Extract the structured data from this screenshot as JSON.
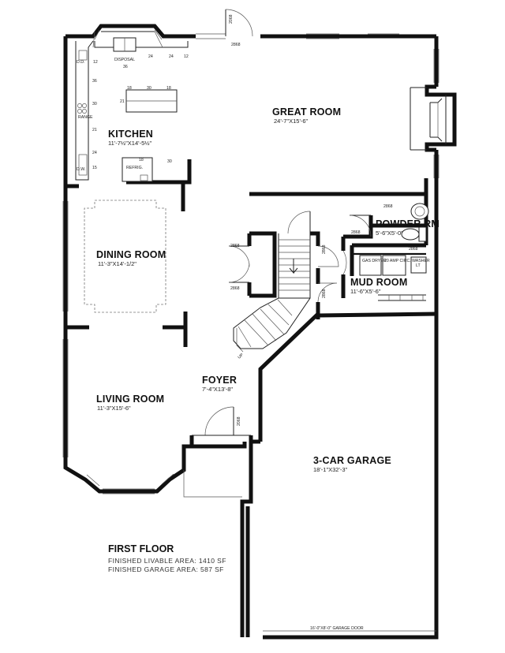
{
  "rooms": {
    "great_room": {
      "name": "GREAT ROOM",
      "dims": "24'-7\"X15'-6\""
    },
    "kitchen": {
      "name": "KITCHEN",
      "dims": "11'-7½\"X14'-5½\""
    },
    "dining_room": {
      "name": "DINING ROOM",
      "dims": "11'-3\"X14'-1/2\""
    },
    "living_room": {
      "name": "LIVING ROOM",
      "dims": "11'-3\"X15'-6\""
    },
    "foyer": {
      "name": "FOYER",
      "dims": "7'-4\"X13'-8\""
    },
    "powder_rm": {
      "name": "POWDER RM",
      "dims": "5'-6\"X5'-0\""
    },
    "mud_room": {
      "name": "MUD ROOM",
      "dims": "11'-6\"X5'-6\""
    },
    "garage": {
      "name": "3-CAR GARAGE",
      "dims": "18'-1\"X32'-3\""
    }
  },
  "fixtures": {
    "disposal": "DISPOSAL",
    "refrig": "REFRIG.",
    "range": "RANGE",
    "dw": "D.W.",
    "dryer": "GAS DRYER",
    "washer": "20 AMP CIRC. WASHER",
    "lt": "LT",
    "dd": "D.D."
  },
  "cabinet_sizes": [
    "36",
    "24",
    "24",
    "12",
    "18",
    "30",
    "18",
    "21",
    "12",
    "36",
    "30",
    "21",
    "24",
    "30",
    "15",
    "18"
  ],
  "door_tags": {
    "d1": "2068",
    "d2": "2868",
    "d3": "2868",
    "d4": "2868",
    "d5": "2868",
    "d6": "2868",
    "d7": "2868",
    "d8": "2868",
    "d9": "2068",
    "d10": "2868"
  },
  "garage_door": "16'-0\"X8'-0\" GARAGE DOOR",
  "stair_label": "UP",
  "summary": {
    "title": "FIRST FLOOR",
    "livable": "FINISHED LIVABLE AREA:  1410 SF",
    "garage": "FINISHED GARAGE AREA:  587 SF"
  }
}
